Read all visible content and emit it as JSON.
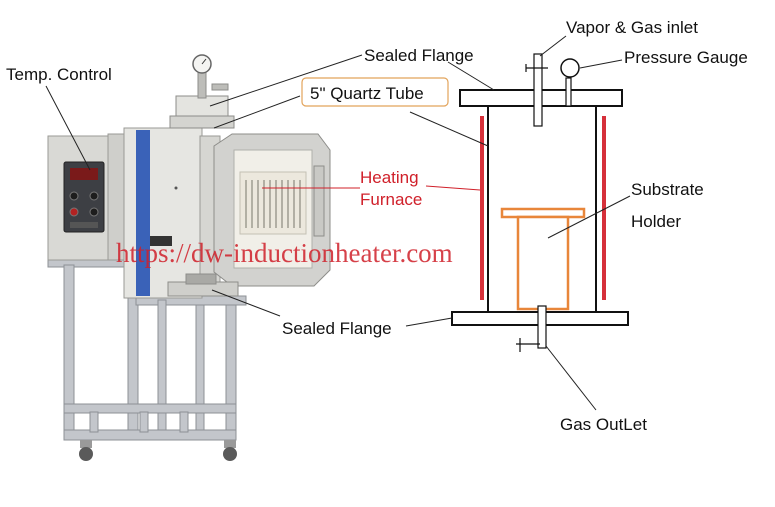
{
  "labels": {
    "temp_control": "Temp. Control",
    "sealed_flange_top": "Sealed Flange",
    "quartz_tube": "5\" Quartz Tube",
    "heating_furnace_line1": "Heating",
    "heating_furnace_line2": "Furnace",
    "sealed_flange_bottom": "Sealed Flange",
    "vapor_gas_inlet": "Vapor & Gas inlet",
    "pressure_gauge": "Pressure Gauge",
    "substrate_holder_line1": "Substrate",
    "substrate_holder_line2": "Holder",
    "gas_outlet": "Gas OutLet"
  },
  "watermark": "https://dw-inductionheater.com",
  "colors": {
    "heater": "#d6303a",
    "substrate": "#e8863a",
    "frame": "#b9bdc3",
    "cabinet": "#d9d9d5",
    "accent_blue": "#3a62b8",
    "text_red": "#d0202a",
    "box_outline": "#e2a35a"
  }
}
